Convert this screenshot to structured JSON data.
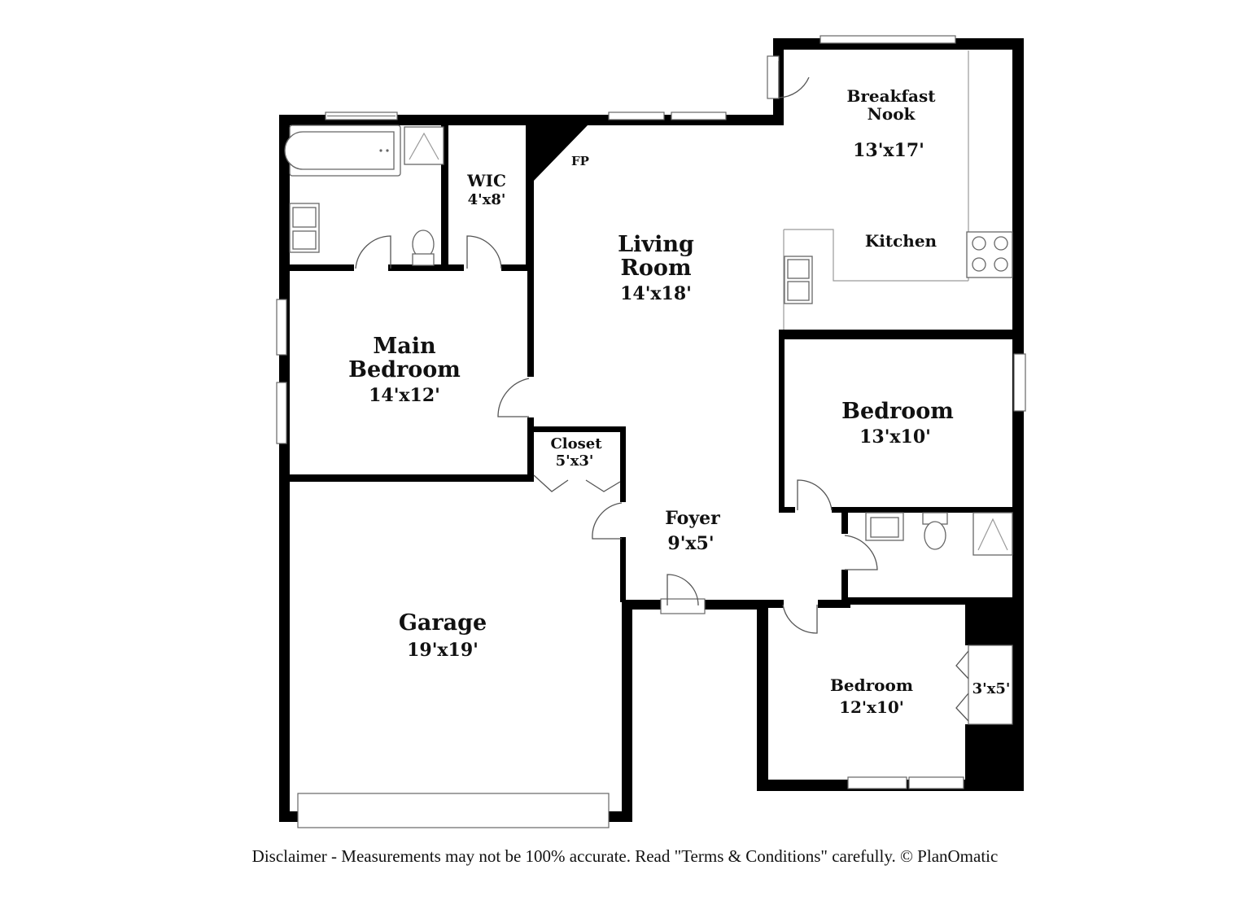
{
  "rooms": {
    "breakfast_nook": {
      "name_line1": "Breakfast",
      "name_line2": "Nook",
      "size": "13'x17'"
    },
    "kitchen": {
      "name": "Kitchen"
    },
    "wic": {
      "name": "WIC",
      "size": "4'x8'"
    },
    "fireplace": {
      "name": "FP"
    },
    "living_room": {
      "name_line1": "Living",
      "name_line2": "Room",
      "size": "14'x18'"
    },
    "main_bedroom": {
      "name_line1": "Main",
      "name_line2": "Bedroom",
      "size": "14'x12'"
    },
    "bedroom_east": {
      "name": "Bedroom",
      "size": "13'x10'"
    },
    "closet": {
      "name": "Closet",
      "size": "5'x3'"
    },
    "foyer": {
      "name": "Foyer",
      "size": "9'x5'"
    },
    "garage": {
      "name": "Garage",
      "size": "19'x19'"
    },
    "bedroom_south": {
      "name": "Bedroom",
      "size": "12'x10'"
    },
    "small_closet": {
      "size": "3'x5'"
    }
  },
  "disclaimer": "Disclaimer - Measurements may not be 100% accurate. Read \"Terms & Conditions\" carefully. © PlanOmatic",
  "colors": {
    "wall": "#000000",
    "background": "#ffffff",
    "fixture_stroke": "#666666"
  }
}
